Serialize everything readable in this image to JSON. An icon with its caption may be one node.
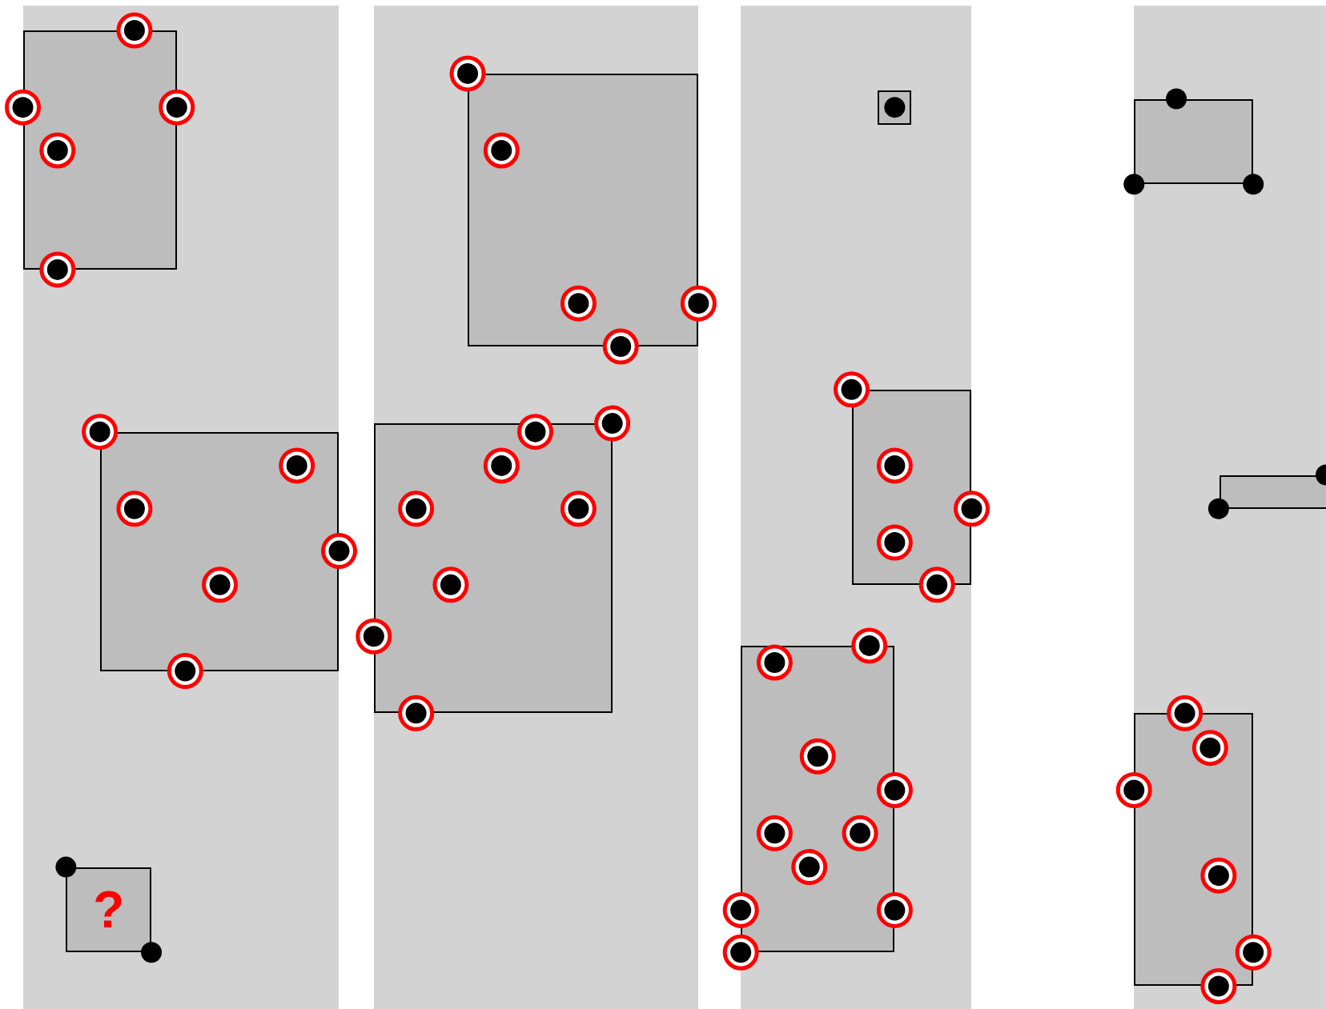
{
  "diagram": {
    "nodes": [
      {
        "text": [],
        "shape": "band"
      },
      {
        "text": [],
        "shape": "box",
        "in": 0
      },
      {
        "text": [],
        "shape": "box",
        "in": 0
      },
      {
        "text": [
          "?"
        ],
        "in": 0
      },
      {
        "text": [],
        "shape": "band"
      },
      {
        "text": [],
        "shape": "box",
        "in": 4
      },
      {
        "text": [],
        "shape": "box",
        "in": 4
      },
      {
        "text": [],
        "shape": "band"
      },
      {
        "text": [],
        "shape": "box",
        "in": 7
      },
      {
        "text": [],
        "shape": "box",
        "in": 7
      },
      {
        "text": [],
        "shape": "box",
        "in": 7
      },
      {
        "text": [],
        "shape": "band"
      },
      {
        "text": [],
        "shape": "box",
        "in": 11
      },
      {
        "text": [],
        "shape": "box",
        "in": 11
      },
      {
        "text": [],
        "shape": "box",
        "in": 11
      }
    ]
  }
}
